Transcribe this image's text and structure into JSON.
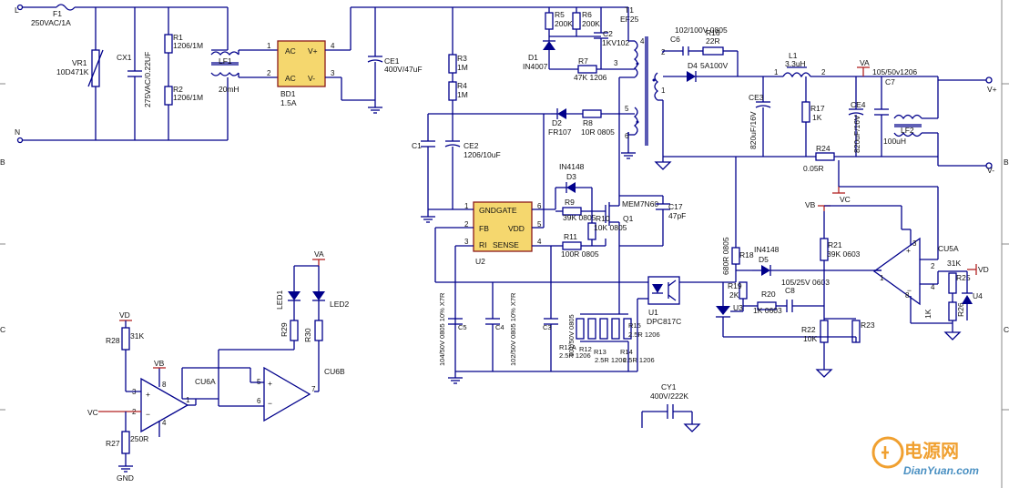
{
  "border": {
    "row_markers": [
      "B",
      "C"
    ],
    "left_markers": [
      "B",
      "C"
    ]
  },
  "input": {
    "L": "L",
    "N": "N",
    "F1": "F1",
    "F1_val": "250VAC/1A",
    "VR1": "VR1",
    "VR1_val": "10D471K",
    "CX1": "CX1",
    "CX1_val": "275VAC/0.22UF",
    "R1": "R1",
    "R1_val": "1206/1M",
    "R2": "R2",
    "R2_val": "1206/1M",
    "LF1": "LF1",
    "LF1_val": "20mH",
    "BD1": "BD1",
    "BD1_val": "1.5A",
    "bd_ac1": "AC",
    "bd_ac2": "AC",
    "bd_vp": "V+",
    "bd_vm": "V-",
    "bd_p1": "1",
    "bd_p2": "2",
    "bd_p3": "3",
    "bd_p4": "4",
    "CE1": "CE1",
    "CE1_val": "400V/47uF"
  },
  "primary": {
    "R3": "R3",
    "R3_val": "1M",
    "R4": "R4",
    "R4_val": "1M",
    "R5": "R5",
    "R5_val": "200K",
    "R6": "R6",
    "R6_val": "200K",
    "C2": "C2",
    "C2_val": "1KV102",
    "D1": "D1",
    "D1_val": "IN4007",
    "R7": "R7",
    "R7_val": "47K 1206",
    "D2": "D2",
    "D2_val": "FR107",
    "R8": "R8",
    "R8_val": "10R 0805",
    "C1": "C1",
    "CE2": "CE2",
    "CE2_val": "1206/10uF",
    "D3": "D3",
    "D3_val": "IN4148",
    "R9": "R9",
    "R9_val": "39K 0805",
    "R10": "R10",
    "R10_val": "10K 0805",
    "Q1": "Q1",
    "Q1_val": "MEM7N60",
    "C17": "C17",
    "C17_val": "47pF",
    "R11": "R11",
    "R11_val": "100R 0805",
    "U2": "U2",
    "u2_gnd": "GND",
    "u2_gate": "GATE",
    "u2_fb": "FB",
    "u2_vdd": "VDD",
    "u2_ri": "RI",
    "u2_sense": "SENSE",
    "u2_p1": "1",
    "u2_p2": "2",
    "u2_p3": "3",
    "u2_p4": "4",
    "u2_p5": "5",
    "u2_p6": "6",
    "C5": "C5",
    "C5_val": "104/50V 0805 10% X7R",
    "C4": "C4",
    "C4_val": "102/50V 0805 10% X7R",
    "C3": "C3",
    "C3_val": "101/50V 0805",
    "R12": "R12",
    "R12_val": "2.5R 1206",
    "R12A": "R12A",
    "R12A_val": "2.5R 1206",
    "R13": "R13",
    "R13_val": "2.5R 1206",
    "R14": "R14",
    "R14_val": "2.5R 1206",
    "R15": "R15",
    "R15_val": "2.5R 1206",
    "U1": "U1",
    "U1_val": "DPC817C",
    "CY1": "CY1",
    "CY1_val": "400V/222K"
  },
  "transformer": {
    "T1": "T1",
    "T1_val": "EF25",
    "pins": [
      "4",
      "3",
      "2",
      "1",
      "5",
      "6"
    ]
  },
  "secondary": {
    "C6": "C6",
    "C6_val": "102/100V 0805",
    "R16": "R16",
    "R16_val": "22R",
    "D4": "D4",
    "D4_val": "5A100V",
    "L1": "L1",
    "L1_val": "3.3uH",
    "l1_p1": "1",
    "l1_p2": "2",
    "CE3": "CE3",
    "CE3_val": "820uF/16V",
    "CE4": "CE4",
    "CE4_val": "820uF/16V",
    "R17": "R17",
    "R17_val": "1K",
    "VA": "VA",
    "C7": "C7",
    "C7_val": "105/50v1206",
    "LF2": "LF2",
    "LF2_val": "100uH",
    "R24": "R24",
    "R24_val": "0.05R",
    "V_plus": "V+",
    "V_minus": "V-",
    "VC": "VC",
    "VB": "VB",
    "R18": "R18",
    "R18_val": "680R 0805",
    "D5": "D5",
    "D5_val": "IN4148",
    "R19": "R19",
    "R19_val": "2K",
    "R20": "R20",
    "R20_val": "1K 0603",
    "C8": "C8",
    "C8_val": "105/25V 0603",
    "U3": "U3",
    "R21": "R21",
    "R21_val": "39K 0603",
    "R22": "R22",
    "R22_val": "10K",
    "R23": "R23",
    "CU5A": "CU5A",
    "R25": "R25",
    "R25_val": "31K",
    "R26": "R26",
    "R26_val": "1K",
    "U4": "U4",
    "VD": "VD",
    "opamp_pins": [
      "3",
      "2",
      "1",
      "8",
      "4"
    ]
  },
  "led_section": {
    "VA": "VA",
    "LED1": "LED1",
    "LED2": "LED2",
    "R29": "R29",
    "R30": "R30",
    "CU6B": "CU6B",
    "CU6A": "CU6A",
    "VD": "VD",
    "VB": "VB",
    "VC": "VC",
    "R28": "R28",
    "R28_val": "31K",
    "R27": "R27",
    "R27_val": "250R",
    "GND": "GND",
    "pins_a": [
      "3",
      "2",
      "1",
      "8",
      "4"
    ],
    "pins_b": [
      "5",
      "6",
      "7"
    ]
  },
  "watermark": {
    "text_cn": "电源网",
    "text_en": "DianYuan.com"
  },
  "colors": {
    "wire": "#00008b",
    "component": "#00008b",
    "ic_fill": "#f5d76e",
    "ic_stroke": "#8b1a1a",
    "net_label": "#b22222",
    "watermark": "#f0a030"
  }
}
